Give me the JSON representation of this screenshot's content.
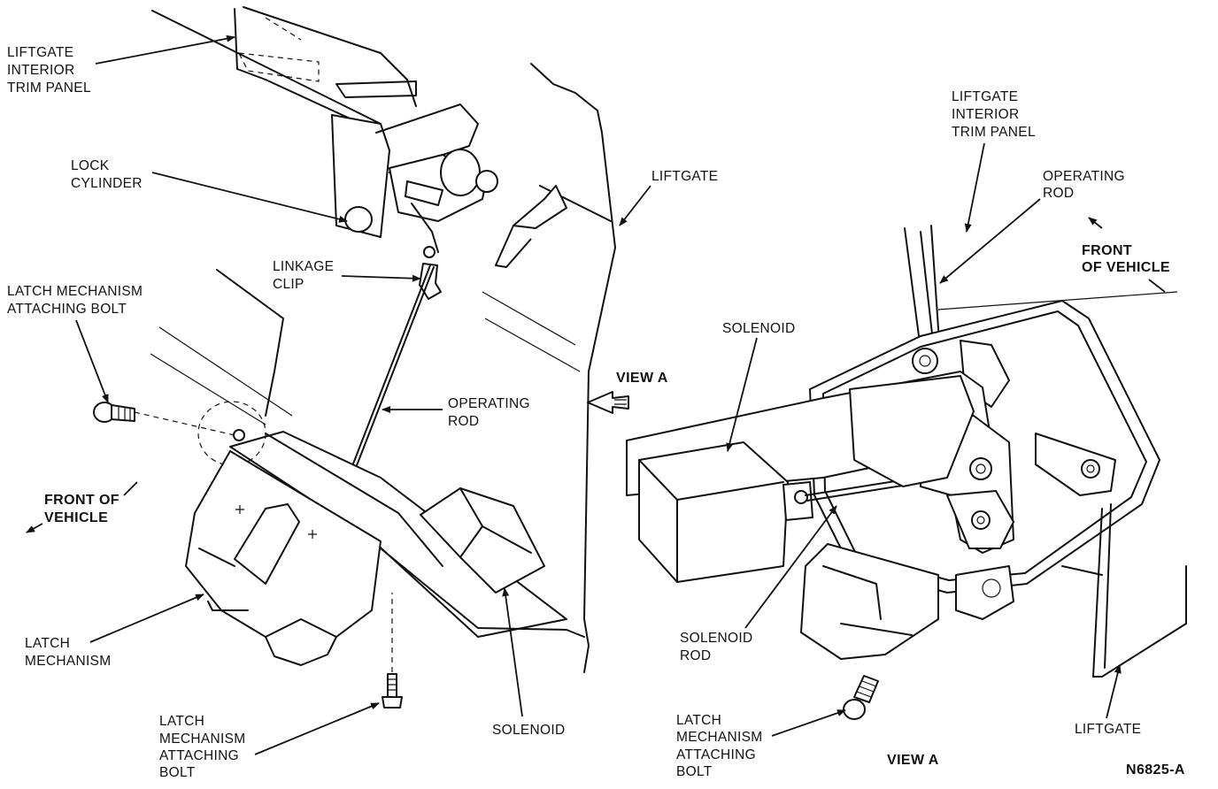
{
  "left_view": {
    "liftgate_trim_panel": [
      "LIFTGATE",
      "INTERIOR",
      "TRIM PANEL"
    ],
    "lock_cylinder": [
      "LOCK",
      "CYLINDER"
    ],
    "linkage_clip": [
      "LINKAGE",
      "CLIP"
    ],
    "latch_bolt_top": [
      "LATCH MECHANISM",
      "ATTACHING BOLT"
    ],
    "liftgate": "LIFTGATE",
    "operating_rod": [
      "OPERATING",
      "ROD"
    ],
    "front_of_vehicle": [
      "FRONT OF",
      "VEHICLE"
    ],
    "latch_mechanism": [
      "LATCH",
      "MECHANISM"
    ],
    "latch_bolt_bottom": [
      "LATCH",
      "MECHANISM",
      "ATTACHING",
      "BOLT"
    ],
    "solenoid": "SOLENOID",
    "view_a_arrow": "VIEW A"
  },
  "right_view": {
    "liftgate_trim_panel": [
      "LIFTGATE",
      "INTERIOR",
      "TRIM PANEL"
    ],
    "operating_rod": [
      "OPERATING",
      "ROD"
    ],
    "front_of_vehicle": [
      "FRONT",
      "OF VEHICLE"
    ],
    "solenoid": "SOLENOID",
    "solenoid_rod": [
      "SOLENOID",
      "ROD"
    ],
    "latch_bolt": [
      "LATCH",
      "MECHANISM",
      "ATTACHING",
      "BOLT"
    ],
    "liftgate": "LIFTGATE",
    "view_caption": "VIEW A"
  },
  "figure_code": "N6825-A"
}
